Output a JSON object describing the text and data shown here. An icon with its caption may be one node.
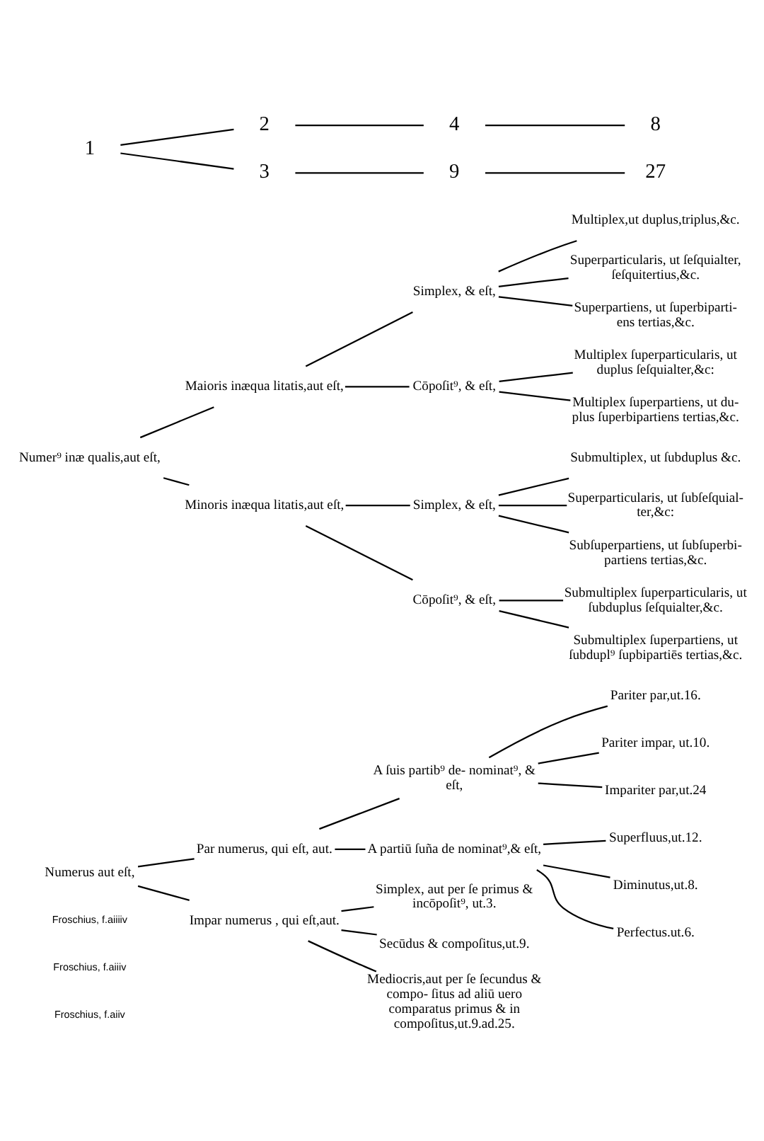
{
  "diagram": {
    "nodes": [
      {
        "text": [
          "Numerus aut eſt,"
        ]
      },
      {
        "text": [
          "Par numerus, qui eſt, aut."
        ]
      },
      {
        "text": [
          "A ſuis partib⁹ de- nominat⁹, & eſt,"
        ]
      },
      {
        "text": [
          "Pariter par,ut.16."
        ]
      },
      {
        "text": [
          "Pariter impar, ut.10."
        ]
      },
      {
        "text": [
          "Impariter par,ut.24"
        ]
      },
      {
        "text": [
          "A partiū ſuña de nominat⁹,& eſt,"
        ]
      },
      {
        "text": [
          "Superfluus,ut.12."
        ]
      },
      {
        "text": [
          "Diminutus,ut.8."
        ]
      },
      {
        "text": [
          "Perfectus.ut.6."
        ]
      },
      {
        "text": [
          "Impar numerus , qui eſt,aut."
        ]
      },
      {
        "text": [
          "Simplex, aut per ſe primus & incōpoſit⁹, ut.3."
        ]
      },
      {
        "text": [
          "Secūdus & compoſitus,ut.9."
        ]
      },
      {
        "text": [
          "Mediocris,aut per ſe ſecundus & compo- ſitus ad aliū uero comparatus primus & in compoſitus,ut.9.ad.25."
        ]
      },
      {
        "text": [
          "Numer⁹ inæ qualis,aut eſt,"
        ]
      },
      {
        "text": [
          "Maioris inæqua litatis,aut eſt,"
        ]
      },
      {
        "text": [
          "Simplex, & eſt,"
        ]
      },
      {
        "text": [
          "Multiplex,ut duplus,triplus,&c."
        ]
      },
      {
        "text": [
          "Superparticularis, ut ſeſquialter, ſeſquitertius,&c."
        ]
      },
      {
        "text": [
          "Superpartiens, ut ſuperbiparti- ens tertias,&c."
        ]
      },
      {
        "text": [
          "Cōpoſit⁹, & eſt,"
        ]
      },
      {
        "text": [
          "Multiplex ſuperparticularis, ut duplus ſeſquialter,&c:"
        ]
      },
      {
        "text": [
          "Multiplex ſuperpartiens, ut du- plus ſuperbipartiens tertias,&c."
        ]
      },
      {
        "text": [
          "Minoris inæqua litatis,aut eſt,"
        ]
      },
      {
        "text": [
          "Simplex, & eſt,"
        ]
      },
      {
        "text": [
          "Submultiplex, ut ſubduplus &c."
        ]
      },
      {
        "text": [
          "Superparticularis, ut ſubſeſquial- ter,&c:"
        ]
      },
      {
        "text": [
          "Subſuperpartiens, ut ſubſuperbi- partiens tertias,&c."
        ]
      },
      {
        "text": [
          "Cōpoſit⁹, & eſt,"
        ]
      },
      {
        "text": [
          "Submultiplex ſuperparticularis, ut ſubduplus ſeſquialter,&c."
        ]
      },
      {
        "text": [
          "Submultiplex ſuperpartiens, ut ſubdupl⁹ ſupbipartiēs tertias,&c."
        ]
      },
      {
        "text": [
          "1"
        ]
      },
      {
        "text": [
          "2"
        ]
      },
      {
        "text": [
          "3"
        ]
      },
      {
        "text": [
          "4"
        ]
      },
      {
        "text": [
          "9"
        ]
      },
      {
        "text": [
          "8"
        ]
      },
      {
        "text": [
          "27"
        ]
      }
    ],
    "edges": [
      {
        "from": 0,
        "to": 1,
        "arrow": "none"
      },
      {
        "from": 0,
        "to": 10,
        "arrow": "none"
      },
      {
        "from": 1,
        "to": 2,
        "arrow": "none"
      },
      {
        "from": 1,
        "to": 6,
        "arrow": "none"
      },
      {
        "from": 2,
        "to": 3,
        "arrow": "none"
      },
      {
        "from": 2,
        "to": 4,
        "arrow": "none"
      },
      {
        "from": 2,
        "to": 5,
        "arrow": "none"
      },
      {
        "from": 6,
        "to": 7,
        "arrow": "none"
      },
      {
        "from": 6,
        "to": 8,
        "arrow": "none"
      },
      {
        "from": 6,
        "to": 9,
        "arrow": "none"
      },
      {
        "from": 10,
        "to": 11,
        "arrow": "none"
      },
      {
        "from": 10,
        "to": 12,
        "arrow": "none"
      },
      {
        "from": 10,
        "to": 13,
        "arrow": "none"
      },
      {
        "from": 14,
        "to": 15,
        "arrow": "none"
      },
      {
        "from": 14,
        "to": 23,
        "arrow": "none"
      },
      {
        "from": 15,
        "to": 16,
        "arrow": "none"
      },
      {
        "from": 15,
        "to": 20,
        "arrow": "none"
      },
      {
        "from": 16,
        "to": 17,
        "arrow": "none"
      },
      {
        "from": 16,
        "to": 18,
        "arrow": "none"
      },
      {
        "from": 16,
        "to": 19,
        "arrow": "none"
      },
      {
        "from": 20,
        "to": 21,
        "arrow": "none"
      },
      {
        "from": 20,
        "to": 22,
        "arrow": "none"
      },
      {
        "from": 23,
        "to": 24,
        "arrow": "none"
      },
      {
        "from": 23,
        "to": 28,
        "arrow": "none"
      },
      {
        "from": 24,
        "to": 25,
        "arrow": "none"
      },
      {
        "from": 24,
        "to": 26,
        "arrow": "none"
      },
      {
        "from": 24,
        "to": 27,
        "arrow": "none"
      },
      {
        "from": 28,
        "to": 29,
        "arrow": "none"
      },
      {
        "from": 28,
        "to": 30,
        "arrow": "none"
      },
      {
        "from": 31,
        "to": 32,
        "arrow": "none"
      },
      {
        "from": 32,
        "to": 34,
        "arrow": "none"
      },
      {
        "from": 34,
        "to": 36,
        "arrow": "none"
      },
      {
        "from": 31,
        "to": 33,
        "arrow": "none"
      },
      {
        "from": 33,
        "to": 35,
        "arrow": "none"
      },
      {
        "from": 35,
        "to": 37,
        "arrow": "none"
      }
    ],
    "labels": [
      "Froschius, f.aiiv",
      "Froschius, f.aiiiv",
      "Froschius, f.aiiiiv"
    ]
  }
}
